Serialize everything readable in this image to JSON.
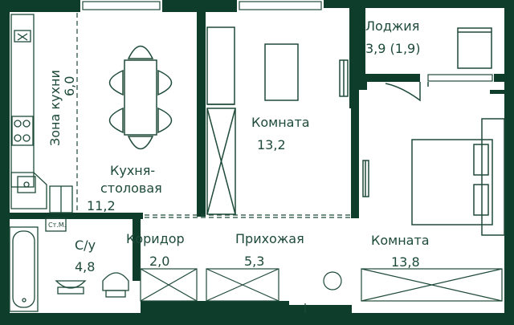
{
  "colors": {
    "wall": "#0f3d2c",
    "line": "#1e4a39",
    "background": "#ffffff"
  },
  "rooms": [
    {
      "id": "loggia",
      "name": "Лоджия",
      "area": "3,9 (1,9)"
    },
    {
      "id": "room1",
      "name": "Комната",
      "area": "13,2"
    },
    {
      "id": "kitchen_zone",
      "name": "Зона кухни",
      "area": "6,0"
    },
    {
      "id": "kitchen",
      "name_line1": "Кухня-",
      "name_line2": "столовая",
      "area": "11,2"
    },
    {
      "id": "bathroom",
      "name": "С/у",
      "area": "4,8"
    },
    {
      "id": "corridor",
      "name": "Коридор",
      "area": "2,0"
    },
    {
      "id": "hall",
      "name": "Прихожая",
      "area": "5,3"
    },
    {
      "id": "room2",
      "name": "Комната",
      "area": "13,8"
    }
  ],
  "misc": {
    "riser_label": "Ст.М."
  }
}
